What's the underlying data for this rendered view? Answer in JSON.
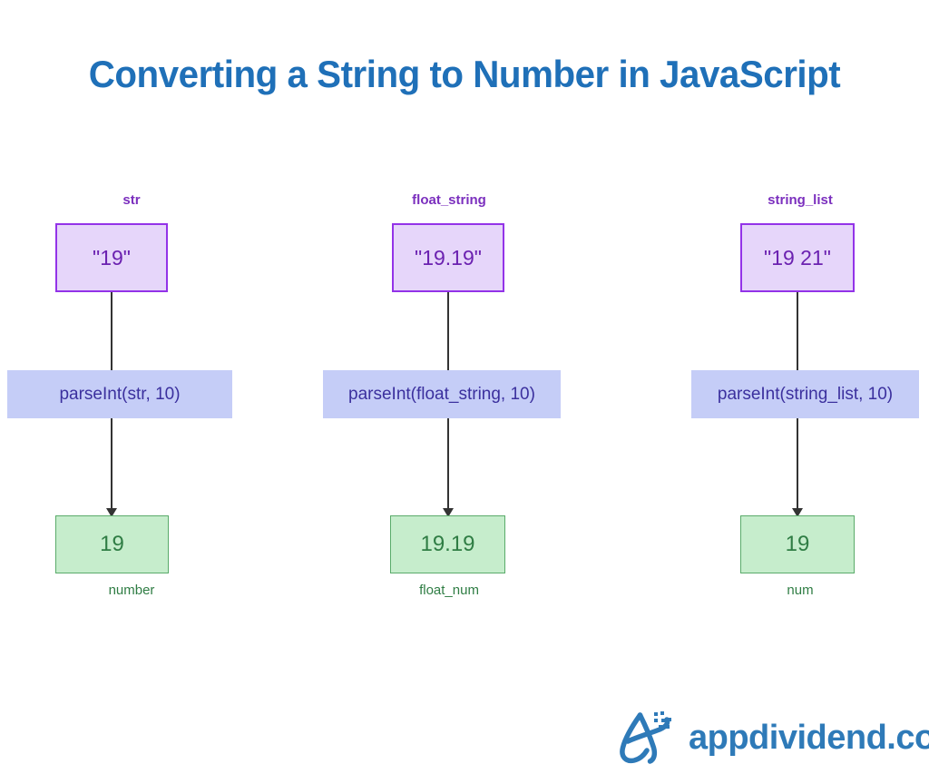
{
  "title": "Converting a String to Number in JavaScript",
  "theme": {
    "title_color": "#1f70b8",
    "string_box_fill": "#e6d6fa",
    "string_box_border": "#9333e8",
    "string_text_color": "#6b21b0",
    "op_box_fill": "#c5cdf7",
    "op_text_color": "#3b309e",
    "result_box_fill": "#c6edcc",
    "result_box_border": "#5aab6a",
    "result_text_color": "#2f7d44",
    "connector_color": "#333333",
    "brand_color": "#2e7ab8",
    "background": "#ffffff"
  },
  "columns": [
    {
      "var_label": "str",
      "string_value": "\"19\"",
      "operation": "parseInt(str, 10)",
      "result_value": "19",
      "result_label": "number"
    },
    {
      "var_label": "float_string",
      "string_value": "\"19.19\"",
      "operation": "parseInt(float_string, 10)",
      "result_value": "19.19",
      "result_label": "float_num"
    },
    {
      "var_label": "string_list",
      "string_value": "\"19 21\"",
      "operation": "parseInt(string_list, 10)",
      "result_value": "19",
      "result_label": "num"
    }
  ],
  "branding": {
    "logo_icon": "appdividend-a-swoosh-icon",
    "text": "appdividend.com"
  }
}
